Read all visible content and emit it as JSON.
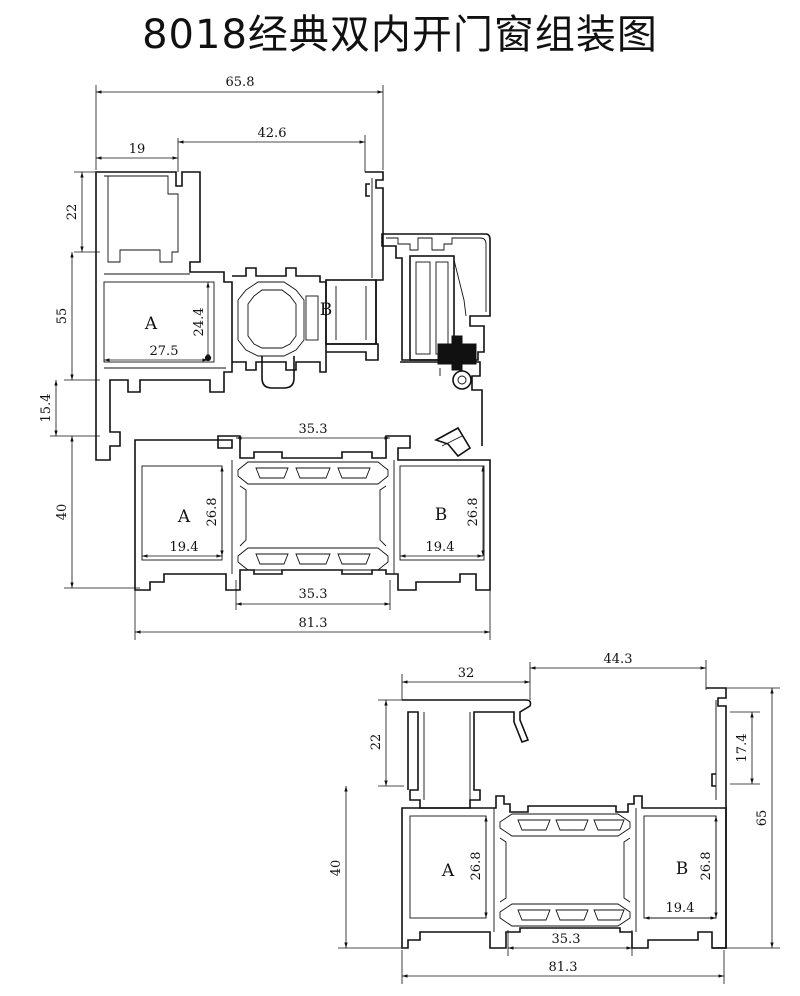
{
  "title": "8018经典双内开门窗组装图",
  "upper_assembly": {
    "dims": {
      "overall_top": "65.8",
      "left_offset": "19",
      "sash_span": "42.6",
      "left_height_top": "22",
      "left_height_mid": "55",
      "left_height_low": "15.4",
      "frame_height": "40",
      "chamber_a_height": "24.4",
      "chamber_a_width": "27.5",
      "insulation_top": "35.3",
      "insulation_bottom": "35.3",
      "frame_a_height": "26.8",
      "frame_a_width": "19.4",
      "frame_b_height": "26.8",
      "frame_b_width": "19.4",
      "overall_bottom": "81.3"
    },
    "zones": {
      "sash_a": "A",
      "sash_b": "B",
      "frame_a": "A",
      "frame_b": "B"
    }
  },
  "lower_assembly": {
    "dims": {
      "left_width": "32",
      "right_width": "44.3",
      "left_height": "22",
      "right_height_small": "17.4",
      "overall_height": "65",
      "frame_height": "40",
      "frame_a_height": "26.8",
      "frame_b_height": "26.8",
      "frame_b_width": "19.4",
      "insulation": "35.3",
      "overall_bottom": "81.3"
    },
    "zones": {
      "frame_a": "A",
      "frame_b": "B"
    }
  }
}
